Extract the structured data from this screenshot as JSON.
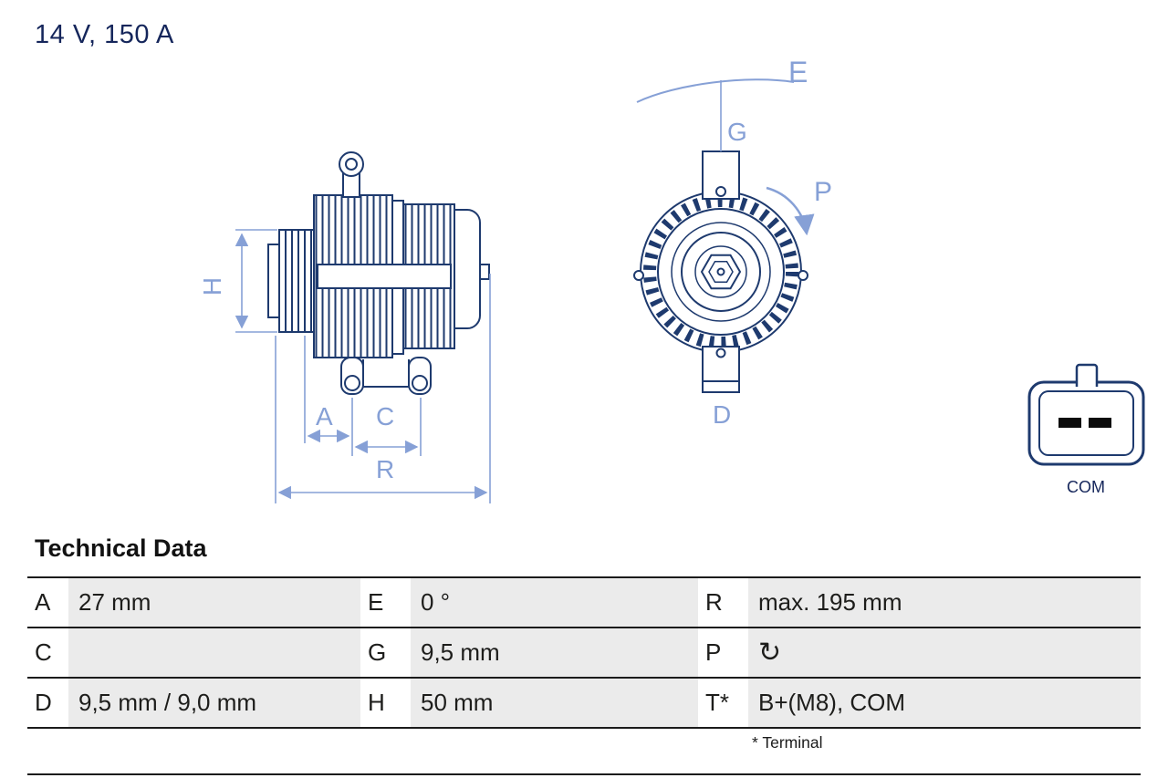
{
  "title": "14 V, 150 A",
  "diagram": {
    "side_labels": {
      "H": "H",
      "A": "A",
      "C": "C",
      "R": "R"
    },
    "front_labels": {
      "E": "E",
      "G": "G",
      "P": "P",
      "D": "D"
    },
    "connector_label": "COM"
  },
  "technical_data": {
    "heading": "Technical Data",
    "rows": [
      [
        {
          "key": "A",
          "value": "27 mm"
        },
        {
          "key": "E",
          "value": "0 °"
        },
        {
          "key": "R",
          "value": "max. 195 mm"
        }
      ],
      [
        {
          "key": "C",
          "value": ""
        },
        {
          "key": "G",
          "value": "9,5 mm"
        },
        {
          "key": "P",
          "value": "↻"
        }
      ],
      [
        {
          "key": "D",
          "value": "9,5 mm / 9,0 mm"
        },
        {
          "key": "H",
          "value": "50 mm"
        },
        {
          "key": "T*",
          "value": "B+(M8), COM"
        }
      ]
    ],
    "footnote": "* Terminal"
  },
  "colors": {
    "outline_navy": "#1e3a6e",
    "dimension_blue": "#86a0d6",
    "title_navy": "#15265b",
    "value_cell_bg": "#ebebeb"
  }
}
